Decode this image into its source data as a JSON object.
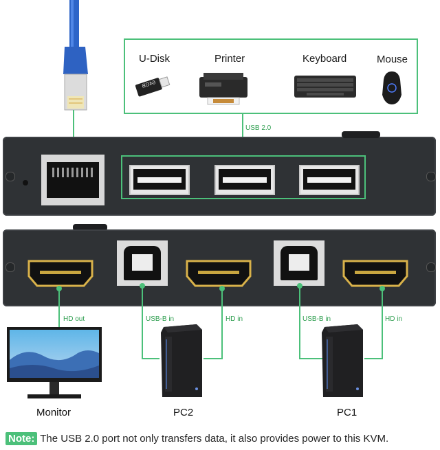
{
  "peripherals": {
    "udisk": "U-Disk",
    "printer": "Printer",
    "keyboard": "Keyboard",
    "mouse": "Mouse",
    "udisk_capacity": "64GB"
  },
  "top_panel": {
    "usb_label": "USB 2.0"
  },
  "bottom_panel": {
    "hd_out": "HD out",
    "usbb_in_1": "USB-B in",
    "hd_in_1": "HD in",
    "usbb_in_2": "USB-B in",
    "hd_in_2": "HD in"
  },
  "devices": {
    "monitor": "Monitor",
    "pc2": "PC2",
    "pc1": "PC1"
  },
  "note": {
    "tag": "Note:",
    "text": " The USB 2.0 port not only transfers data, it also provides power to this KVM."
  },
  "colors": {
    "accent": "#4cc07a",
    "panel": "#2f3235"
  }
}
